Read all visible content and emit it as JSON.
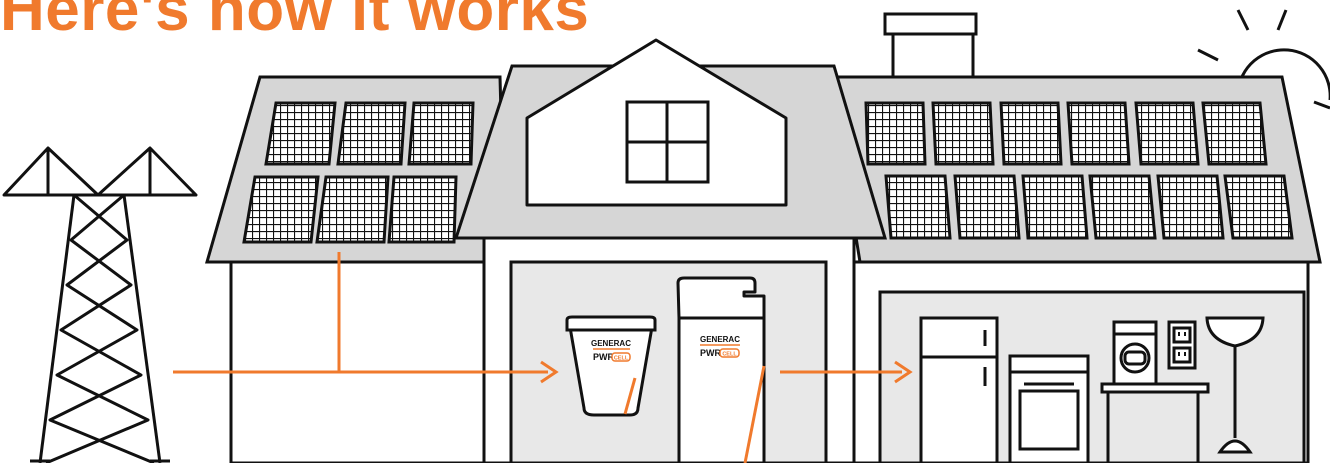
{
  "headline": "Here's how it works",
  "colors": {
    "accent": "#f07a2d",
    "roof": "#d6d6d6",
    "interior": "#e8e8e8",
    "line": "#111111"
  },
  "inverter": {
    "brand": "GENERAC",
    "product": "PWR",
    "product_badge": "CELL"
  },
  "battery": {
    "brand": "GENERAC",
    "product": "PWR",
    "product_badge": "CELL"
  }
}
